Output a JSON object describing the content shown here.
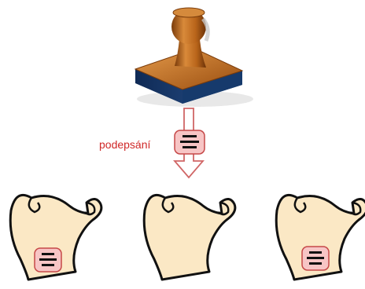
{
  "diagram": {
    "signing_label": "podepsání",
    "colors": {
      "label_text": "#d02828",
      "arrow_stroke": "#d06666",
      "arrow_fill": "#ffffff",
      "signature_badge_fill": "#f7c5c5",
      "signature_badge_stroke": "#c64848",
      "scroll_fill": "#fbe8c5",
      "scroll_stroke": "#111111",
      "stamp_handle": "#b8641a",
      "stamp_base_top": "#c6741c",
      "stamp_base_side": "#1c3f73"
    },
    "icons": {
      "stamp": "rubber-stamp-icon",
      "arrow": "down-arrow-icon",
      "signature": "signature-badge-icon",
      "document": "scroll-document-icon"
    },
    "documents": [
      {
        "name": "document-1",
        "signed": true
      },
      {
        "name": "document-2",
        "signed": false
      },
      {
        "name": "document-3",
        "signed": true
      }
    ]
  }
}
